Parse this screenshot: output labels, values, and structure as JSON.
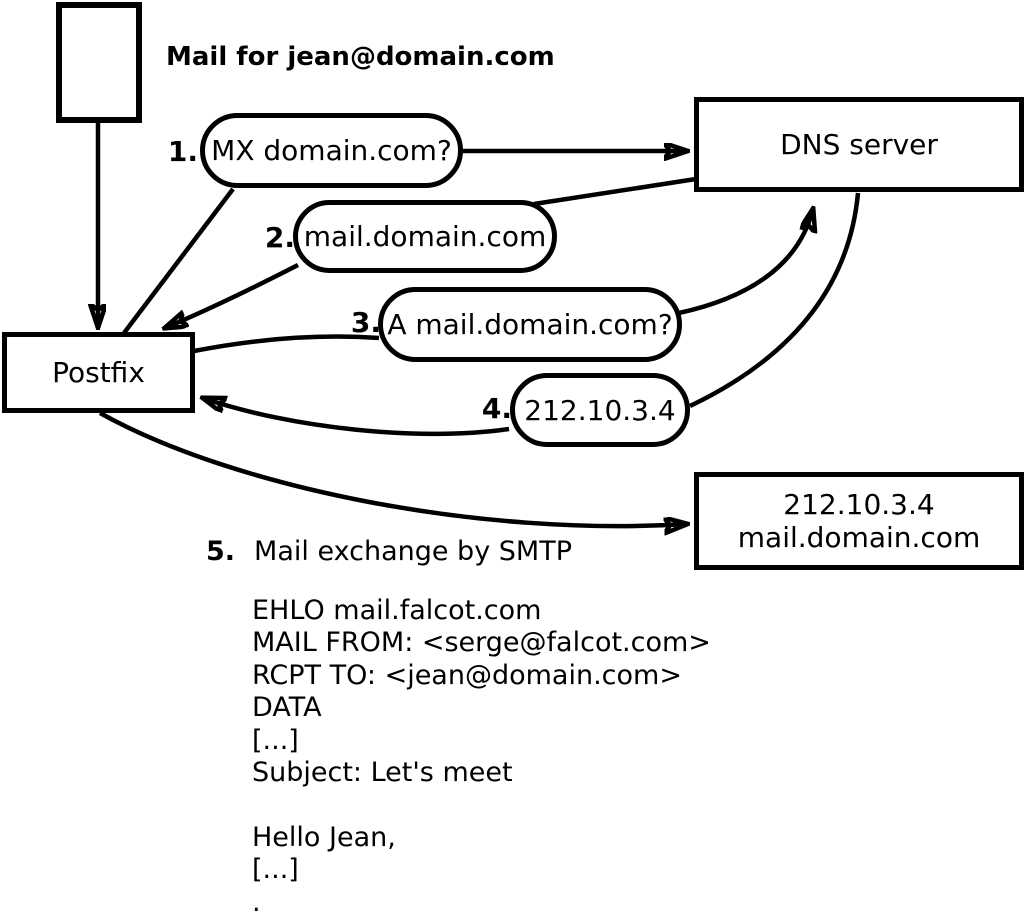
{
  "diagram": {
    "title": "Mail for jean@domain.com",
    "nodes": {
      "postfix": {
        "label": "Postfix"
      },
      "dns": {
        "label": "DNS server"
      },
      "mailserver": {
        "line1": "212.10.3.4",
        "line2": "mail.domain.com"
      }
    },
    "steps": [
      {
        "num": "1.",
        "label": "MX domain.com?"
      },
      {
        "num": "2.",
        "label": "mail.domain.com"
      },
      {
        "num": "3.",
        "label": "A mail.domain.com?"
      },
      {
        "num": "4.",
        "label": "212.10.3.4"
      },
      {
        "num": "5.",
        "label": "Mail exchange by SMTP"
      }
    ],
    "smtp_transcript": "EHLO mail.falcot.com\nMAIL FROM: <serge@falcot.com>\nRCPT TO: <jean@domain.com>\nDATA\n[...]\nSubject: Let's meet\n\nHello Jean,\n[...]\n.",
    "colors": {
      "ink": "#000000",
      "paper": "#ffffff"
    }
  }
}
